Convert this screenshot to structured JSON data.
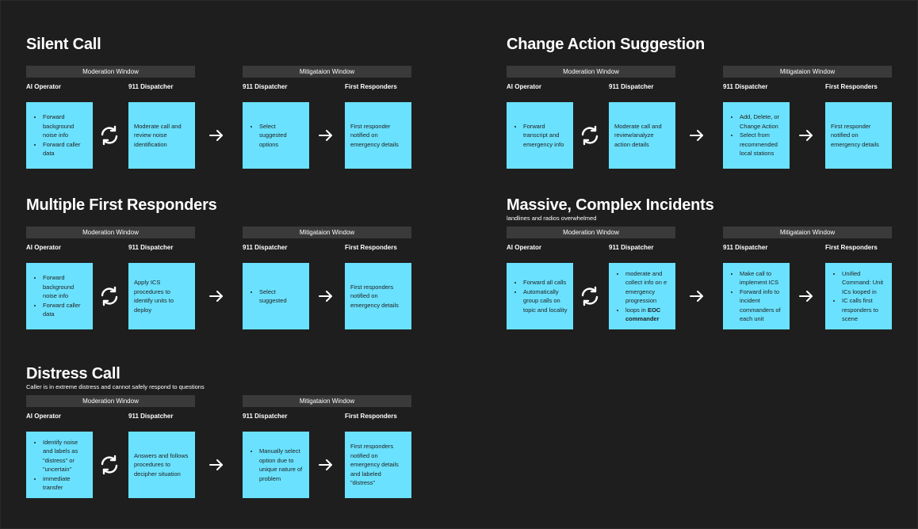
{
  "sections": [
    {
      "title": "Silent Call",
      "subtitle": "",
      "moderation_label": "Moderation Window",
      "mitigation_label": "Mitigataion Window",
      "roles": [
        "AI Operator",
        "911 Dispatcher",
        "911 Dispatcher",
        "First Responders"
      ],
      "boxes": [
        {
          "items": [
            "Forward background noise info",
            "Forward caller data"
          ]
        },
        {
          "text": "Moderate call and review noise identification"
        },
        {
          "items": [
            "Select suggested options"
          ]
        },
        {
          "text": "First responder notified on emergency details"
        }
      ]
    },
    {
      "title": "Change Action Suggestion",
      "subtitle": "",
      "moderation_label": "Moderation Window",
      "mitigation_label": "Mitigataion Window",
      "roles": [
        "AI Operator",
        "911 Dispatcher",
        "911 Dispatcher",
        "First Responders"
      ],
      "boxes": [
        {
          "items": [
            "Forward transcript and emergency info"
          ]
        },
        {
          "text": "Moderate call and review/analyze action details"
        },
        {
          "items": [
            "Add, Delete, or Change Action",
            "Select from recommended local stations"
          ]
        },
        {
          "text": "First responder notified on emergency details"
        }
      ]
    },
    {
      "title": "Multiple First Responders",
      "subtitle": "",
      "moderation_label": "Moderation Window",
      "mitigation_label": "Mitigataion Window",
      "roles": [
        "AI Operator",
        "911 Dispatcher",
        "911 Dispatcher",
        "First Responders"
      ],
      "boxes": [
        {
          "items": [
            "Forward background noise info",
            "Forward caller data"
          ]
        },
        {
          "text": "Apply ICS procedures to identify units to deploy"
        },
        {
          "items": [
            "Select suggested"
          ]
        },
        {
          "text": "First responders notified on emergency details"
        }
      ]
    },
    {
      "title": "Massive, Complex Incidents",
      "subtitle": "landlines and radios overwhelmed",
      "moderation_label": "Moderation Window",
      "mitigation_label": "Mitigataion Window",
      "roles": [
        "AI Operator",
        "911 Dispatcher",
        "911 Dispatcher",
        "First Responders"
      ],
      "boxes": [
        {
          "items": [
            "Forward all calls",
            "Automatically group calls on topic and locality"
          ]
        },
        {
          "items": [
            "moderate and collect info on e emergency progression",
            "loops in EOC commander"
          ]
        },
        {
          "items": [
            "Make call to implement ICS",
            "Forward info to incident commanders of each unit"
          ]
        },
        {
          "items": [
            "Unified Command: Unit ICs looped in",
            "IC calls first responders to scene"
          ]
        }
      ]
    },
    {
      "title": "Distress Call",
      "subtitle": "Caller is in extreme distress and cannot safely respond to questions",
      "moderation_label": "Moderation Window",
      "mitigation_label": "Mitigataion Window",
      "roles": [
        "AI Operator",
        "911 Dispatcher",
        "911 Dispatcher",
        "First Responders"
      ],
      "boxes": [
        {
          "items": [
            "Identify noise and labels as \"distress\" or \"uncertain\"",
            "immediate transfer"
          ]
        },
        {
          "text": "Answers and follows procedures to decipher situation"
        },
        {
          "items": [
            "Manually select option due to unique nature of problem"
          ]
        },
        {
          "text": "First responders notified on emergency details and labeled \"distress\""
        }
      ]
    }
  ]
}
